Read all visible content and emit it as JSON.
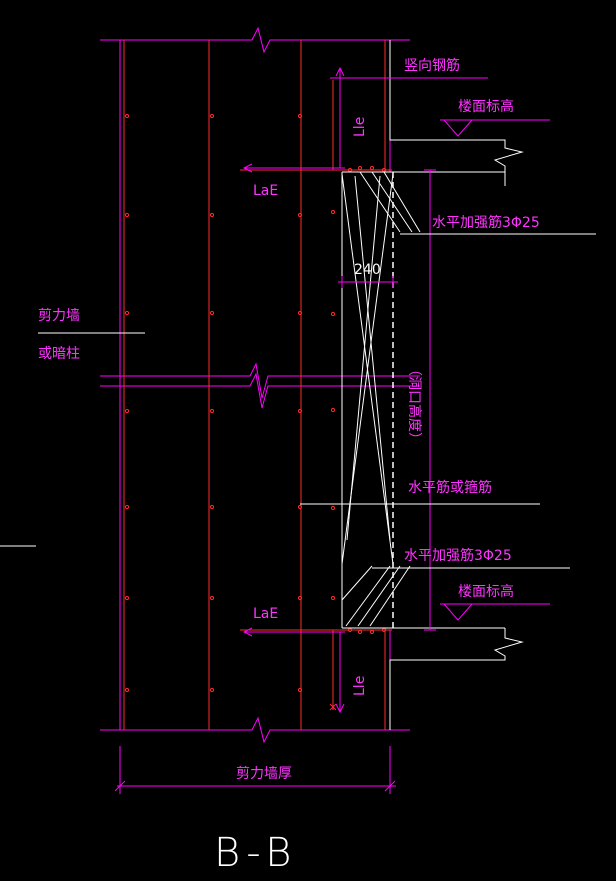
{
  "labels": {
    "vertical_rebar": "竖向钢筋",
    "floor_elevation_top": "楼面标高",
    "floor_elevation_bottom": "楼面标高",
    "lae_top": "LaE",
    "lae_bottom": "LaE",
    "lle_top": "Lle",
    "lle_bottom": "Lle",
    "horizontal_reinforce_top": "水平加强筋3Φ25",
    "horizontal_reinforce_bottom": "水平加强筋3Φ25",
    "dim_240": "240",
    "shear_wall_line1": "剪力墙",
    "shear_wall_line2": "或暗柱",
    "opening_height": "（洞口高度）",
    "horizontal_or_stirrup": "水平筋或箍筋",
    "shear_wall_thickness": "剪力墙厚",
    "section_title": "B-B"
  },
  "colors": {
    "background": "#000000",
    "annotation": "#ff00ff",
    "rebar": "#ff2a2a",
    "outline": "#ffffff"
  }
}
